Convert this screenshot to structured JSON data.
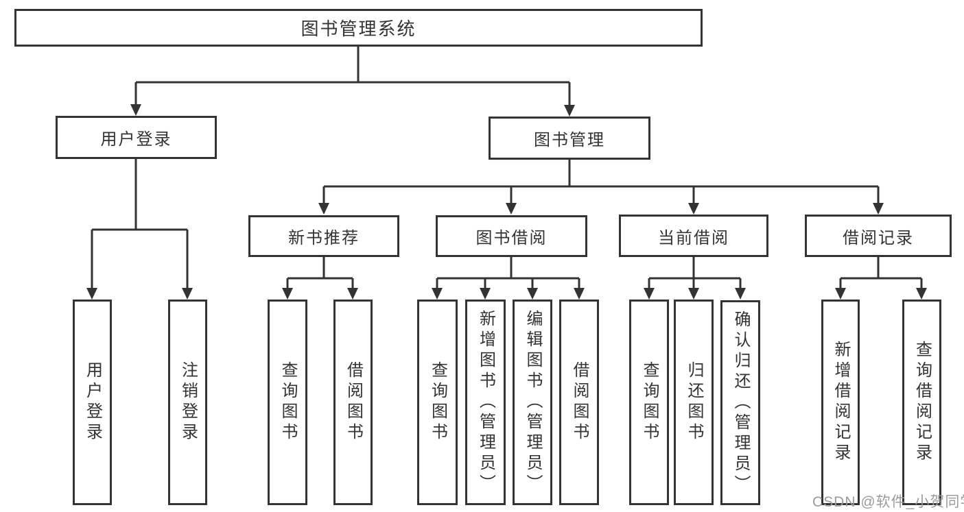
{
  "nodes": {
    "root": "图书管理系统",
    "l1": [
      "用户登录",
      "图书管理"
    ],
    "l2": [
      "新书推荐",
      "图书借阅",
      "当前借阅",
      "借阅记录"
    ],
    "leaves": {
      "login": [
        "用户登录",
        "注销登录"
      ],
      "newbook": [
        "查询图书",
        "借阅图书"
      ],
      "borrow": [
        "查询图书",
        "新增图书（管理员）",
        "编辑图书（管理员）",
        "借阅图书"
      ],
      "current": [
        "查询图书",
        "归还图书",
        "确认归还（管理员）"
      ],
      "records": [
        "新增借阅记录",
        "查询借阅记录"
      ]
    }
  },
  "watermark": "CSDN @软件_小贺同学",
  "colors": {
    "line": "#333333",
    "border": "#333333",
    "text": "#333333",
    "watermark": "#9b9b9b",
    "background": "#ffffff"
  }
}
